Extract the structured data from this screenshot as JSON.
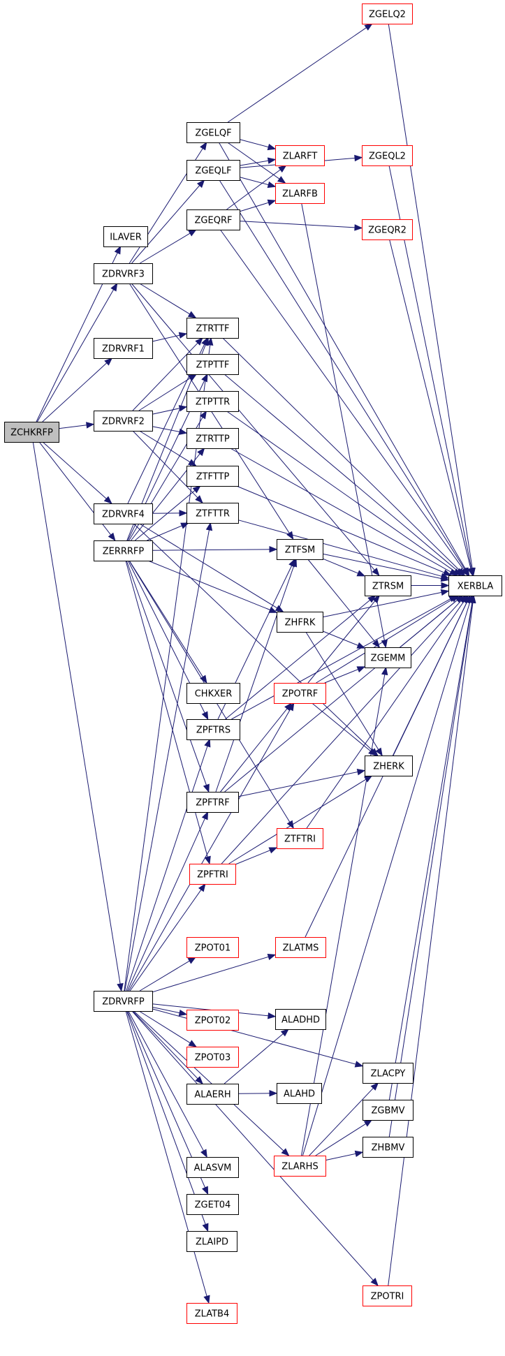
{
  "colors": {
    "edge": "#191970",
    "border_documented": "#000000",
    "border_undocumented": "#ff0000",
    "root_fill": "#bfbfbf"
  },
  "nodes": [
    {
      "id": "ZCHKRFP",
      "label": "ZCHKRFP",
      "style": "root"
    },
    {
      "id": "ILAVER",
      "label": "ILAVER",
      "style": "black"
    },
    {
      "id": "ZDRVRF3",
      "label": "ZDRVRF3",
      "style": "black"
    },
    {
      "id": "ZDRVRF1",
      "label": "ZDRVRF1",
      "style": "black"
    },
    {
      "id": "ZDRVRF2",
      "label": "ZDRVRF2",
      "style": "black"
    },
    {
      "id": "ZDRVRF4",
      "label": "ZDRVRF4",
      "style": "black"
    },
    {
      "id": "ZERRRFP",
      "label": "ZERRRFP",
      "style": "black"
    },
    {
      "id": "ZDRVRFP",
      "label": "ZDRVRFP",
      "style": "black"
    },
    {
      "id": "ZGELQF",
      "label": "ZGELQF",
      "style": "black"
    },
    {
      "id": "ZGEQLF",
      "label": "ZGEQLF",
      "style": "black"
    },
    {
      "id": "ZGEQRF",
      "label": "ZGEQRF",
      "style": "black"
    },
    {
      "id": "ZTRTTF",
      "label": "ZTRTTF",
      "style": "black"
    },
    {
      "id": "ZTPTTF",
      "label": "ZTPTTF",
      "style": "black"
    },
    {
      "id": "ZTPTTR",
      "label": "ZTPTTR",
      "style": "black"
    },
    {
      "id": "ZTRTTP",
      "label": "ZTRTTP",
      "style": "black"
    },
    {
      "id": "ZTFTTP",
      "label": "ZTFTTP",
      "style": "black"
    },
    {
      "id": "ZTFTTR",
      "label": "ZTFTTR",
      "style": "black"
    },
    {
      "id": "CHKXER",
      "label": "CHKXER",
      "style": "black"
    },
    {
      "id": "ZPFTRS",
      "label": "ZPFTRS",
      "style": "black"
    },
    {
      "id": "ZPFTRF",
      "label": "ZPFTRF",
      "style": "black"
    },
    {
      "id": "ZPFTRI",
      "label": "ZPFTRI",
      "style": "red"
    },
    {
      "id": "ZPOT01",
      "label": "ZPOT01",
      "style": "red"
    },
    {
      "id": "ZPOT02",
      "label": "ZPOT02",
      "style": "red"
    },
    {
      "id": "ZPOT03",
      "label": "ZPOT03",
      "style": "red"
    },
    {
      "id": "ALAERH",
      "label": "ALAERH",
      "style": "black"
    },
    {
      "id": "ALASVM",
      "label": "ALASVM",
      "style": "black"
    },
    {
      "id": "ZGET04",
      "label": "ZGET04",
      "style": "black"
    },
    {
      "id": "ZLAIPD",
      "label": "ZLAIPD",
      "style": "black"
    },
    {
      "id": "ZLATB4",
      "label": "ZLATB4",
      "style": "red"
    },
    {
      "id": "ZLARFT",
      "label": "ZLARFT",
      "style": "red"
    },
    {
      "id": "ZLARFB",
      "label": "ZLARFB",
      "style": "red"
    },
    {
      "id": "ZTFSM",
      "label": "ZTFSM",
      "style": "black"
    },
    {
      "id": "ZHFRK",
      "label": "ZHFRK",
      "style": "black"
    },
    {
      "id": "ZPOTRF",
      "label": "ZPOTRF",
      "style": "red"
    },
    {
      "id": "ZTFTRI",
      "label": "ZTFTRI",
      "style": "red"
    },
    {
      "id": "ZLATMS",
      "label": "ZLATMS",
      "style": "red"
    },
    {
      "id": "ALADHD",
      "label": "ALADHD",
      "style": "black"
    },
    {
      "id": "ALAHD",
      "label": "ALAHD",
      "style": "black"
    },
    {
      "id": "ZLARHS",
      "label": "ZLARHS",
      "style": "red"
    },
    {
      "id": "ZGELQ2",
      "label": "ZGELQ2",
      "style": "red"
    },
    {
      "id": "ZGEQL2",
      "label": "ZGEQL2",
      "style": "red"
    },
    {
      "id": "ZGEQR2",
      "label": "ZGEQR2",
      "style": "red"
    },
    {
      "id": "ZTRSM",
      "label": "ZTRSM",
      "style": "black"
    },
    {
      "id": "ZGEMM",
      "label": "ZGEMM",
      "style": "black"
    },
    {
      "id": "ZHERK",
      "label": "ZHERK",
      "style": "black"
    },
    {
      "id": "ZLACPY",
      "label": "ZLACPY",
      "style": "black"
    },
    {
      "id": "ZGBMV",
      "label": "ZGBMV",
      "style": "black"
    },
    {
      "id": "ZHBMV",
      "label": "ZHBMV",
      "style": "black"
    },
    {
      "id": "ZPOTRI",
      "label": "ZPOTRI",
      "style": "red"
    },
    {
      "id": "XERBLA",
      "label": "XERBLA",
      "style": "black"
    }
  ],
  "edges": [
    [
      "ZCHKRFP",
      "ILAVER"
    ],
    [
      "ZCHKRFP",
      "ZDRVRF3"
    ],
    [
      "ZCHKRFP",
      "ZDRVRF1"
    ],
    [
      "ZCHKRFP",
      "ZDRVRF2"
    ],
    [
      "ZCHKRFP",
      "ZDRVRF4"
    ],
    [
      "ZCHKRFP",
      "ZERRRFP"
    ],
    [
      "ZCHKRFP",
      "ZDRVRFP"
    ],
    [
      "ZDRVRF3",
      "ZGELQF"
    ],
    [
      "ZDRVRF3",
      "ZGEQLF"
    ],
    [
      "ZDRVRF3",
      "ZGEQRF"
    ],
    [
      "ZDRVRF3",
      "ZTRTTF"
    ],
    [
      "ZDRVRF3",
      "ZTFSM"
    ],
    [
      "ZDRVRF3",
      "ZTRSM"
    ],
    [
      "ZDRVRF1",
      "ZTRTTF"
    ],
    [
      "ZDRVRF2",
      "ZTRTTF"
    ],
    [
      "ZDRVRF2",
      "ZTPTTF"
    ],
    [
      "ZDRVRF2",
      "ZTPTTR"
    ],
    [
      "ZDRVRF2",
      "ZTRTTP"
    ],
    [
      "ZDRVRF2",
      "ZTFTTP"
    ],
    [
      "ZDRVRF2",
      "ZTFTTR"
    ],
    [
      "ZDRVRF4",
      "ZTRTTF"
    ],
    [
      "ZDRVRF4",
      "ZTFTTR"
    ],
    [
      "ZDRVRF4",
      "ZHFRK"
    ],
    [
      "ZDRVRF4",
      "ZHERK"
    ],
    [
      "ZERRRFP",
      "ZTRTTF"
    ],
    [
      "ZERRRFP",
      "ZTPTTF"
    ],
    [
      "ZERRRFP",
      "ZTPTTR"
    ],
    [
      "ZERRRFP",
      "ZTRTTP"
    ],
    [
      "ZERRRFP",
      "ZTFTTP"
    ],
    [
      "ZERRRFP",
      "ZTFTTR"
    ],
    [
      "ZERRRFP",
      "ZTFSM"
    ],
    [
      "ZERRRFP",
      "ZHFRK"
    ],
    [
      "ZERRRFP",
      "CHKXER"
    ],
    [
      "ZERRRFP",
      "ZPFTRS"
    ],
    [
      "ZERRRFP",
      "ZPFTRF"
    ],
    [
      "ZERRRFP",
      "ZPFTRI"
    ],
    [
      "ZERRRFP",
      "ZTFTRI"
    ],
    [
      "ZDRVRFP",
      "ZTRTTF"
    ],
    [
      "ZDRVRFP",
      "ZTFTTR"
    ],
    [
      "ZDRVRFP",
      "ZPFTRS"
    ],
    [
      "ZDRVRFP",
      "ZPFTRF"
    ],
    [
      "ZDRVRFP",
      "ZPFTRI"
    ],
    [
      "ZDRVRFP",
      "ZPOTRF"
    ],
    [
      "ZDRVRFP",
      "ZLATMS"
    ],
    [
      "ZDRVRFP",
      "ZPOT01"
    ],
    [
      "ZDRVRFP",
      "ALADHD"
    ],
    [
      "ZDRVRFP",
      "ZPOT02"
    ],
    [
      "ZDRVRFP",
      "ZPOT03"
    ],
    [
      "ZDRVRFP",
      "ALAERH"
    ],
    [
      "ZDRVRFP",
      "ZLACPY"
    ],
    [
      "ZDRVRFP",
      "ALASVM"
    ],
    [
      "ZDRVRFP",
      "ZGET04"
    ],
    [
      "ZDRVRFP",
      "ZLAIPD"
    ],
    [
      "ZDRVRFP",
      "ZLARHS"
    ],
    [
      "ZDRVRFP",
      "ZLATB4"
    ],
    [
      "ZDRVRFP",
      "ZPOTRI"
    ],
    [
      "ZGELQF",
      "ZGELQ2"
    ],
    [
      "ZGELQF",
      "ZLARFT"
    ],
    [
      "ZGELQF",
      "ZLARFB"
    ],
    [
      "ZGELQF",
      "XERBLA"
    ],
    [
      "ZGEQLF",
      "ZGEQL2"
    ],
    [
      "ZGEQLF",
      "ZLARFT"
    ],
    [
      "ZGEQLF",
      "ZLARFB"
    ],
    [
      "ZGEQLF",
      "XERBLA"
    ],
    [
      "ZGEQRF",
      "ZLARFT"
    ],
    [
      "ZGEQRF",
      "ZLARFB"
    ],
    [
      "ZGEQRF",
      "ZGEQR2"
    ],
    [
      "ZGEQRF",
      "XERBLA"
    ],
    [
      "ZGELQ2",
      "XERBLA"
    ],
    [
      "ZGEQL2",
      "XERBLA"
    ],
    [
      "ZGEQR2",
      "XERBLA"
    ],
    [
      "ZLARFB",
      "ZGEMM"
    ],
    [
      "ZTRTTF",
      "XERBLA"
    ],
    [
      "ZTPTTF",
      "XERBLA"
    ],
    [
      "ZTPTTR",
      "XERBLA"
    ],
    [
      "ZTRTTP",
      "XERBLA"
    ],
    [
      "ZTFTTP",
      "XERBLA"
    ],
    [
      "ZTFTTR",
      "XERBLA"
    ],
    [
      "ZTFSM",
      "ZTRSM"
    ],
    [
      "ZTFSM",
      "ZGEMM"
    ],
    [
      "ZTFSM",
      "XERBLA"
    ],
    [
      "ZHFRK",
      "ZGEMM"
    ],
    [
      "ZHFRK",
      "ZHERK"
    ],
    [
      "ZHFRK",
      "XERBLA"
    ],
    [
      "ZTRSM",
      "XERBLA"
    ],
    [
      "ZGEMM",
      "XERBLA"
    ],
    [
      "ZHERK",
      "XERBLA"
    ],
    [
      "ZPFTRS",
      "ZTFSM"
    ],
    [
      "ZPFTRS",
      "ZTRSM"
    ],
    [
      "ZPFTRS",
      "XERBLA"
    ],
    [
      "ZPOTRF",
      "ZTRSM"
    ],
    [
      "ZPOTRF",
      "ZGEMM"
    ],
    [
      "ZPOTRF",
      "ZHERK"
    ],
    [
      "ZPOTRF",
      "XERBLA"
    ],
    [
      "ZPFTRF",
      "ZTFSM"
    ],
    [
      "ZPFTRF",
      "ZPOTRF"
    ],
    [
      "ZPFTRF",
      "ZHERK"
    ],
    [
      "ZPFTRF",
      "XERBLA"
    ],
    [
      "ZPFTRI",
      "ZTFTRI"
    ],
    [
      "ZPFTRI",
      "ZHERK"
    ],
    [
      "ZPFTRI",
      "XERBLA"
    ],
    [
      "ZTFTRI",
      "XERBLA"
    ],
    [
      "ZLATMS",
      "XERBLA"
    ],
    [
      "ALAERH",
      "ALADHD"
    ],
    [
      "ALAERH",
      "ALAHD"
    ],
    [
      "ZLARHS",
      "ZLACPY"
    ],
    [
      "ZLARHS",
      "ZGBMV"
    ],
    [
      "ZLARHS",
      "ZHBMV"
    ],
    [
      "ZLARHS",
      "ZGEMM"
    ],
    [
      "ZLARHS",
      "XERBLA"
    ],
    [
      "ZGBMV",
      "XERBLA"
    ],
    [
      "ZHBMV",
      "XERBLA"
    ],
    [
      "ZPOTRI",
      "XERBLA"
    ]
  ]
}
